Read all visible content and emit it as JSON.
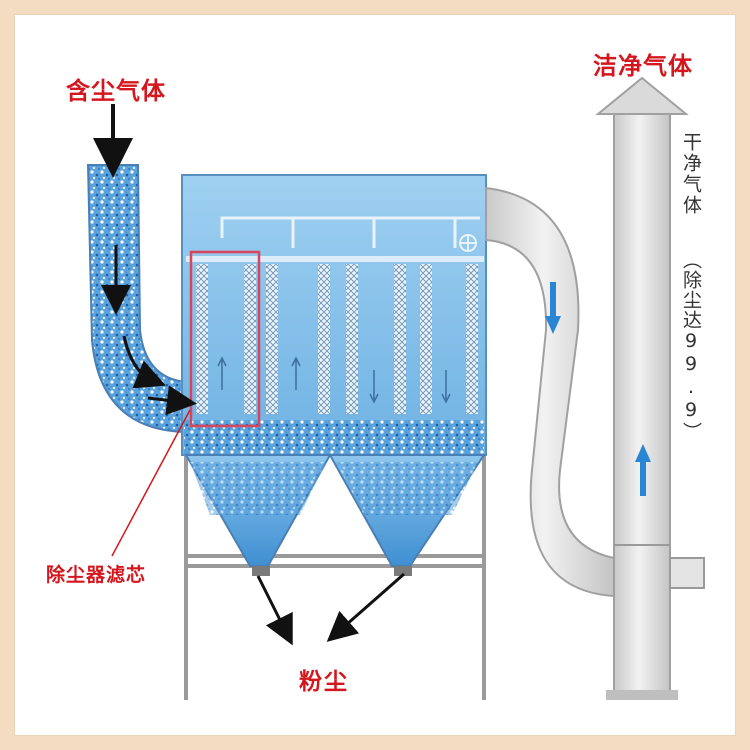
{
  "labels": {
    "dusty_gas": "含尘气体",
    "clean_gas": "洁净气体",
    "dry_gas": "干净气体",
    "efficiency_note": "（除尘达99.9）",
    "filter_core": "除尘器滤芯",
    "dust": "粉尘"
  },
  "colors": {
    "label_red": "#d4171e",
    "filter_box": "#d9455b",
    "housing_blue": "#7fbde8",
    "duct_gray": "#d7d7d7",
    "background": "#f3dcc0"
  }
}
